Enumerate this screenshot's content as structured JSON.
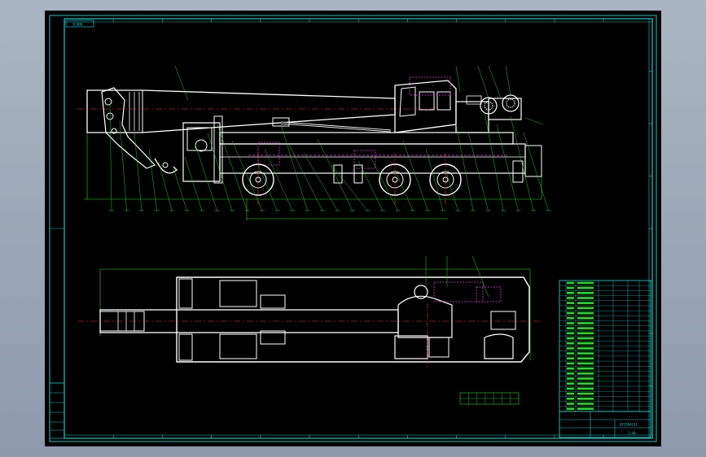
{
  "drawing": {
    "title_tag": "SC400",
    "view_side": "side-elevation",
    "view_top": "plan-view",
    "title_block": {
      "drawing_no": "QY25K4143",
      "scale": "1:40"
    },
    "colors": {
      "background": "#000000",
      "frame": "#18c6c6",
      "outline": "#ffffff",
      "leaders": "#22dd22",
      "centerlines": "#ff3030",
      "hidden": "#e040e0",
      "window": "#aab5c2"
    }
  }
}
